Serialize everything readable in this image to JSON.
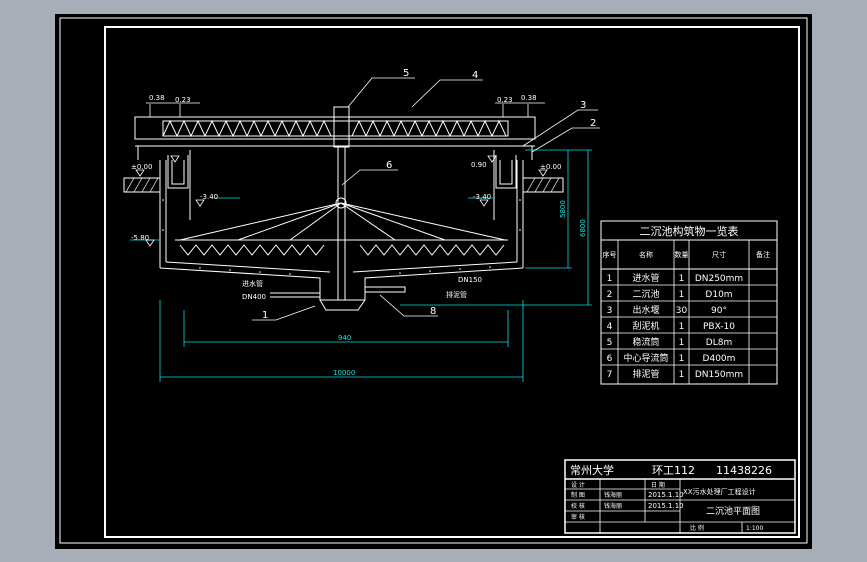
{
  "colors": {
    "window_bg": "#a7aeb8",
    "canvas_bg": "#000000",
    "line": "#ffffff",
    "dimension": "#00e5e5",
    "leader": "#ffffff"
  },
  "labels": {
    "part_1": "1",
    "part_2": "2",
    "part_3": "3",
    "part_4": "4",
    "part_5": "5",
    "part_6": "6",
    "part_8": "8",
    "elev_038_left": "0.38",
    "elev_023_left": "0.23",
    "elev_023_right": "0.23",
    "elev_038_right": "0.38",
    "elev_000_left": "±0.00",
    "elev_000_right": "±0.00",
    "elev_090": "0.90",
    "elev_340_left": "-3.40",
    "elev_340_right": "-3.40",
    "elev_580": "-5.80",
    "dim_5800": "5800",
    "dim_6800": "6800",
    "dim_940": "940",
    "dim_10000": "10000",
    "inlet_pipe": "进水管",
    "inlet_dn": "DN400",
    "sludge_dn": "DN150",
    "sludge_pipe": "排泥管"
  },
  "table": {
    "title": "二沉池构筑物一览表",
    "headers": [
      "序号",
      "名称",
      "数量",
      "尺寸",
      "备注"
    ],
    "rows": [
      [
        "1",
        "进水管",
        "1",
        "DN250mm",
        ""
      ],
      [
        "2",
        "二沉池",
        "1",
        "D10m",
        ""
      ],
      [
        "3",
        "出水堰",
        "30",
        "90°",
        ""
      ],
      [
        "4",
        "刮泥机",
        "1",
        "PBX-10",
        ""
      ],
      [
        "5",
        "稳流筒",
        "1",
        "DL8m",
        ""
      ],
      [
        "6",
        "中心导流筒",
        "1",
        "D400m",
        ""
      ],
      [
        "7",
        "排泥管",
        "1",
        "DN150mm",
        ""
      ]
    ]
  },
  "title_block": {
    "university": "常州大学",
    "class": "环工112",
    "student_id": "11438226",
    "design_label": "设 计",
    "drawing_label": "制 图",
    "check_label": "校 核",
    "review_label": "审 核",
    "designer": "钱海丽",
    "drafter": "钱海丽",
    "date_label": "日 期",
    "date_1": "2015.1.10",
    "date_2": "2015.1.10",
    "project": "XX污水处理厂工程设计",
    "drawing_name": "二沉池平面图",
    "scale_label": "比 例",
    "scale": "1:100"
  }
}
